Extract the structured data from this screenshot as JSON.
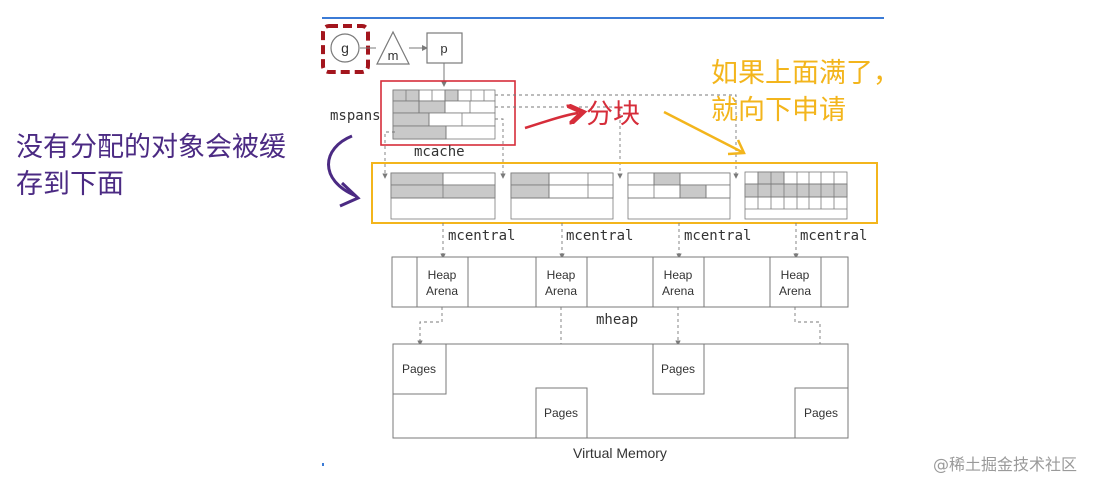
{
  "nodes": {
    "g": "g",
    "m": "m",
    "p": "p"
  },
  "labels": {
    "mspans": "mspans",
    "mcache": "mcache",
    "mcentral": [
      "mcentral",
      "mcentral",
      "mcentral",
      "mcentral"
    ],
    "heap_arena": [
      "Heap",
      "Arena"
    ],
    "mheap": "mheap",
    "pages": "Pages",
    "virtual_memory": "Virtual Memory"
  },
  "annotations": {
    "left_line1": "没有分配的对象会被缓",
    "left_line2": "存到下面",
    "split": "分块",
    "right_line1": "如果上面满了，",
    "right_line2": "就向下申请"
  },
  "watermark": "@稀土掘金技术社区",
  "colors": {
    "red": "#d62d3a",
    "dark_red": "#a3151d",
    "purple": "#4b2a83",
    "yellow": "#f3b51c",
    "blue": "#3b7bd6",
    "line": "#7a7a7a",
    "fill": "#c9c9c9"
  }
}
